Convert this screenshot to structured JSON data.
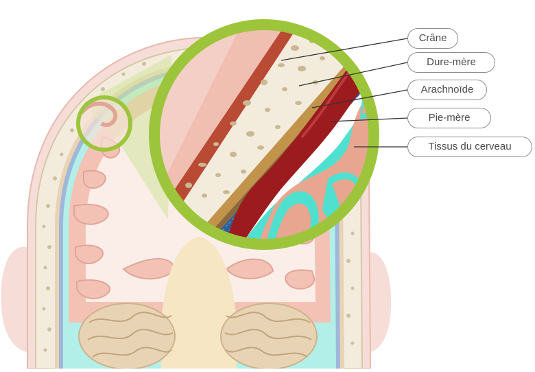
{
  "labels": [
    {
      "key": "crane",
      "text": "Crâne"
    },
    {
      "key": "dure_mere",
      "text": "Dure-mère"
    },
    {
      "key": "arachnoide",
      "text": "Arachnoïde"
    },
    {
      "key": "pie_mere",
      "text": "Pie-mère"
    },
    {
      "key": "tissus",
      "text": "Tissus du cerveau"
    }
  ],
  "colors": {
    "zoom_ring": "#9dc53b",
    "skin": "#f6ddd7",
    "skull_bone": "#f3ecdd",
    "bone_pores": "#cdbf9f",
    "dura": "#c2934a",
    "arachnoid_blue": "#2b5f9a",
    "hemorrhage": "#9c1b1f",
    "csf": "#4fe0cf",
    "brain_tissue": "#e8a690",
    "brain_light": "#f8e6de",
    "brain_stem": "#f6e6c4"
  },
  "icons": [
    "zoom-lens",
    "leader-line"
  ]
}
